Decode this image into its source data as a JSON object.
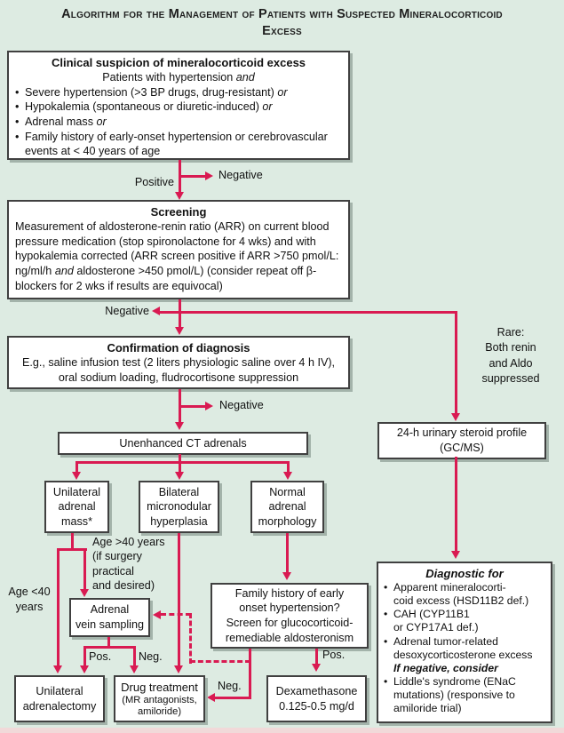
{
  "colors": {
    "background": "#ddebe2",
    "arrow": "#d91a52",
    "box_border": "#404040",
    "box_fill": "#ffffff",
    "shadow": "#a3b3aa"
  },
  "title": "Algorithm for the Management of Patients with Suspected Mineralocorticoid\nExcess",
  "nodes": {
    "clinical": {
      "heading": "Clinical suspicion of mineralocorticoid excess",
      "subheading": "Patients with hypertension ",
      "subheading_tail": "and",
      "bullets": [
        {
          "text": "Severe hypertension (>3 BP drugs, drug-resistant) ",
          "tail": "or"
        },
        {
          "text": "Hypokalemia (spontaneous or diuretic-induced) ",
          "tail": "or"
        },
        {
          "text": "Adrenal mass ",
          "tail": "or"
        },
        {
          "text": "Family history of early-onset hypertension or cerebrovascular\nevents at < 40 years of age",
          "tail": ""
        }
      ]
    },
    "screening": {
      "heading": "Screening",
      "body_pre": "Measurement of aldosterone-renin ratio (ARR) on current blood pressure medication (stop spironolactone for 4 wks) and with hypokalemia corrected (ARR screen positive if  ARR >750 pmol/L: ng/ml/h ",
      "body_em": "and",
      "body_post": " aldosterone >450 pmol/L) (consider repeat off β-blockers for 2 wks if results are equivocal)"
    },
    "confirmation": {
      "heading": "Confirmation of diagnosis",
      "body": "E.g., saline infusion test (2 liters physiologic saline over 4 h IV),\noral sodium loading, fludrocortisone suppression"
    },
    "ct": {
      "text": "Unenhanced CT adrenals"
    },
    "unilateral_mass": {
      "text": "Unilateral\nadrenal\nmass*"
    },
    "bilateral_hyperplasia": {
      "text": "Bilateral\nmicronodular\nhyperplasia"
    },
    "normal_morphology": {
      "text": "Normal\nadrenal\nmorphology"
    },
    "avs": {
      "text": "Adrenal\nvein sampling"
    },
    "urinary_profile": {
      "text": "24-h urinary steroid profile\n(GC/MS)"
    },
    "family_history": {
      "text": "Family history of early\nonset hypertension?\nScreen for glucocorticoid-\nremediable aldosteronism"
    },
    "adrenalectomy": {
      "text": "Unilateral\nadrenalectomy"
    },
    "drug_treatment": {
      "main": "Drug treatment",
      "sub": "(MR antagonists,\namiloride)"
    },
    "dexamethasone": {
      "text": "Dexamethasone\n0.125-0.5 mg/d"
    },
    "diagnostic": {
      "heading": "Diagnostic for",
      "bullets": [
        "Apparent mineralocorti-\ncoid excess (HSD11B2 def.)",
        "CAH (CYP11B1\nor CYP17A1 def.)",
        "Adrenal tumor-related\ndesoxycorticosterone excess"
      ],
      "if_negative": "If negative, consider",
      "last_bullet": "Liddle's syndrome (ENaC\nmutations) (responsive to\namiloride trial)"
    }
  },
  "labels": {
    "screen_positive": "Positive",
    "screen_negative": "Negative",
    "arr_negative": "Negative",
    "confirm_negative": "Negative",
    "rare_note": "Rare:\nBoth renin\nand Aldo\nsuppressed",
    "age_over_40": "Age >40 years\n(if surgery\npractical\nand desired)",
    "age_under_40": "Age <40\nyears",
    "avs_pos": "Pos.",
    "avs_neg": "Neg.",
    "gra_neg": "Neg.",
    "gra_pos": "Pos."
  }
}
